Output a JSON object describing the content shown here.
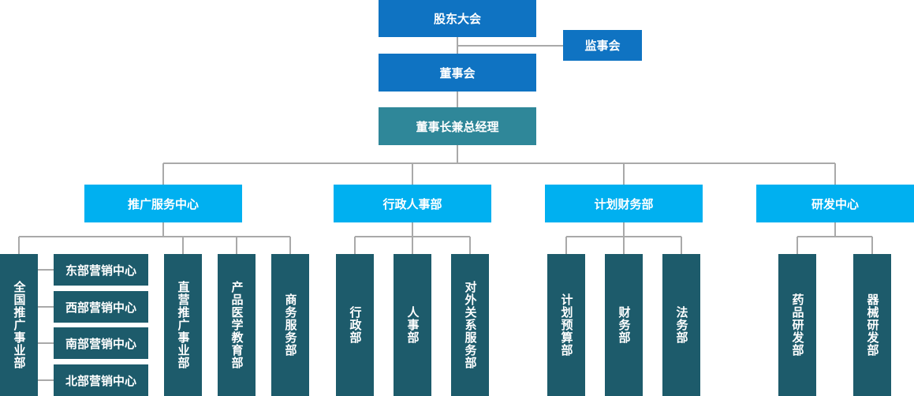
{
  "top": {
    "shareholders": "股东大会",
    "supervisors": "监事会",
    "board": "董事会",
    "chairman": "董事长兼总经理"
  },
  "divisions": [
    {
      "label": "推广服务中心",
      "units": [
        "全国推广事业部",
        "直营推广事业部",
        "产品医学教育部",
        "商务服务部"
      ],
      "regions": [
        "东部营销中心",
        "西部营销中心",
        "南部营销中心",
        "北部营销中心"
      ]
    },
    {
      "label": "行政人事部",
      "units": [
        "行政部",
        "人事部",
        "对外关系服务部"
      ]
    },
    {
      "label": "计划财务部",
      "units": [
        "计划预算部",
        "财务部",
        "法务部"
      ]
    },
    {
      "label": "研发中心",
      "units": [
        "药品研发部",
        "器械研发部"
      ]
    }
  ]
}
